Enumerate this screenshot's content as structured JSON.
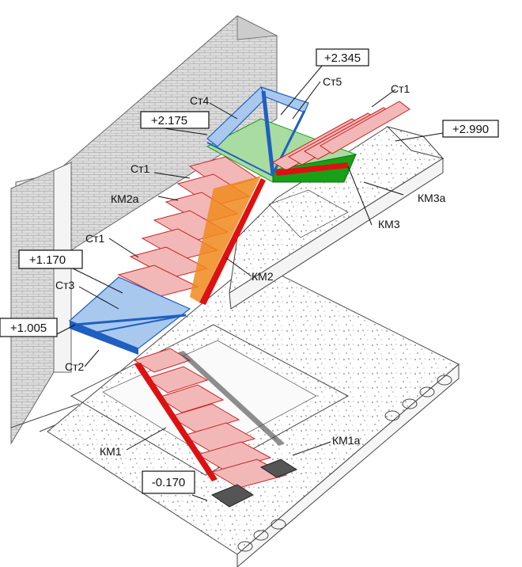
{
  "levels": {
    "l2345": "+2.345",
    "l2175": "+2.175",
    "l2990": "+2.990",
    "l1170": "+1.170",
    "l1005": "+1.005",
    "lm0170": "-0.170"
  },
  "labels": {
    "st5": "Ст5",
    "st4": "Ст4",
    "st1_top": "Ст1",
    "st1_a": "Ст1",
    "st1_b": "Ст1",
    "km2a": "КМ2а",
    "km2": "КМ2",
    "km3": "КМ3",
    "km3a": "КМ3а",
    "st3": "Ст3",
    "st2": "Ст2",
    "km1": "КМ1",
    "km1a": "КМ1а"
  },
  "colors": {
    "tread_fill": "#f2b8b8",
    "tread_stroke": "#cc2222",
    "stringer_red": "#dd1111",
    "stringer_orange": "#f08a1c",
    "landing_blue": "#a8c8ee",
    "frame_blue": "#1f5fc0",
    "green": "#18a018",
    "light_green": "#a8dca0",
    "concrete": "#ffffff",
    "brick": "#d8d8d8"
  }
}
